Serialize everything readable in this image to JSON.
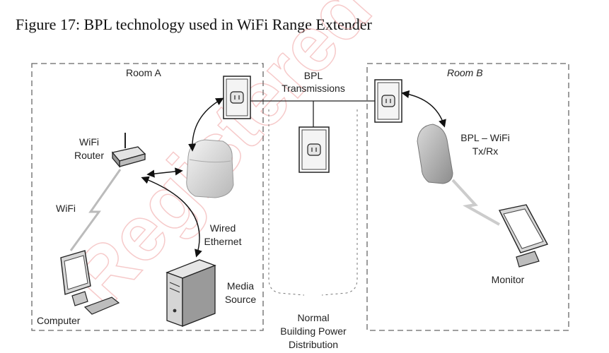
{
  "caption": "Figure 17: BPL technology used in WiFi Range Extender",
  "rooms": {
    "room_a": "Room A",
    "room_b": "Room B"
  },
  "labels": {
    "bpl_line1": "BPL",
    "bpl_line2": "Transmissions",
    "wifi_router_line1": "WiFi",
    "wifi_router_line2": "Router",
    "wifi": "WiFi",
    "wired_line1": "Wired",
    "wired_line2": "Ethernet",
    "media_line1": "Media",
    "media_line2": "Source",
    "computer": "Computer",
    "normal_line1": "Normal",
    "normal_line2": "Building Power",
    "normal_line3": "Distribution",
    "bpl_wifi_line1": "BPL – WiFi",
    "bpl_wifi_line2": "Tx/Rx",
    "monitor": "Monitor"
  },
  "watermark": {
    "text": "Registered",
    "color": "#f3b8b8"
  },
  "colors": {
    "line": "#222222",
    "dashed_border": "#666666",
    "device_light": "#e8e8e8",
    "device_mid": "#bdbdbd",
    "device_dark": "#8a8a8a"
  },
  "icons": [
    "wall-outlet-icon",
    "wifi-router-icon",
    "bpl-adapter-icon",
    "computer-icon",
    "media-server-icon",
    "monitor-icon",
    "wireless-bolt-icon"
  ]
}
